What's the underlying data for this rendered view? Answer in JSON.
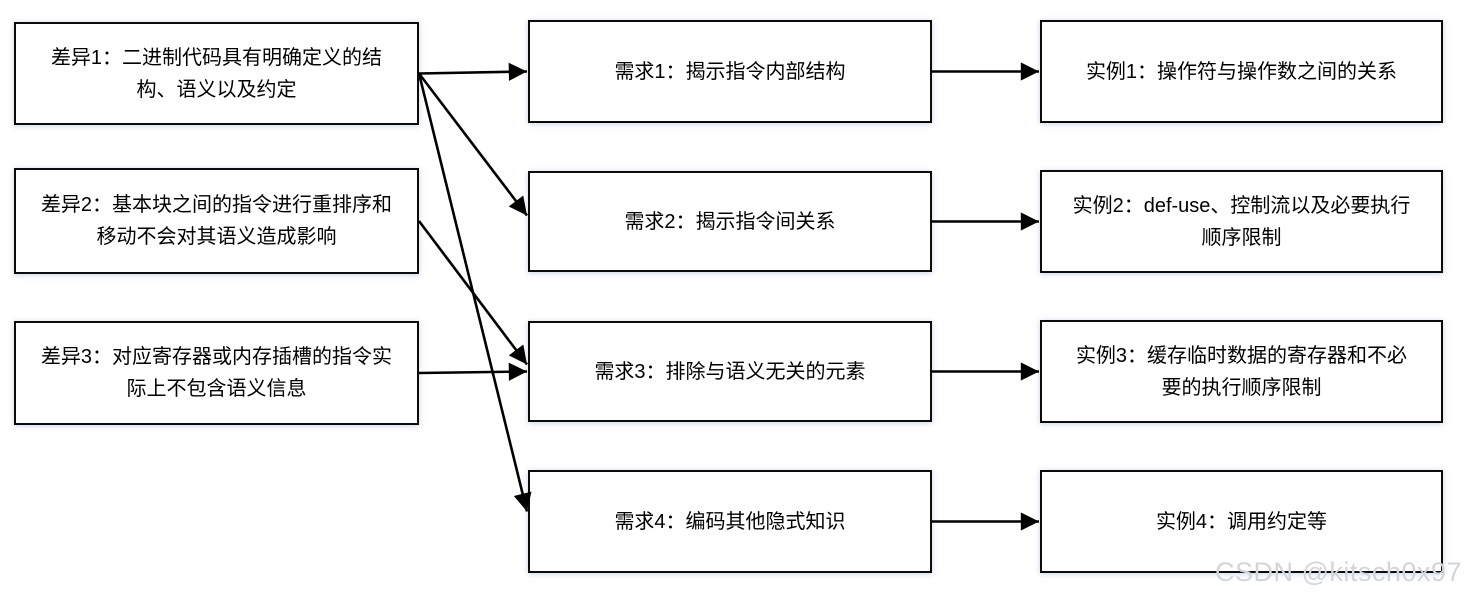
{
  "diagram": {
    "columns": {
      "differences": [
        {
          "id": "diff1",
          "label": "差异1：二进制代码具有明确定义的结构、语义以及约定"
        },
        {
          "id": "diff2",
          "label": "差异2：基本块之间的指令进行重排序和移动不会对其语义造成影响"
        },
        {
          "id": "diff3",
          "label": "差异3：对应寄存器或内存插槽的指令实际上不包含语义信息"
        }
      ],
      "requirements": [
        {
          "id": "req1",
          "label": "需求1：揭示指令内部结构"
        },
        {
          "id": "req2",
          "label": "需求2：揭示指令间关系"
        },
        {
          "id": "req3",
          "label": "需求3：排除与语义无关的元素"
        },
        {
          "id": "req4",
          "label": "需求4：编码其他隐式知识"
        }
      ],
      "examples": [
        {
          "id": "ex1",
          "label": "实例1：操作符与操作数之间的关系"
        },
        {
          "id": "ex2",
          "label": "实例2：def-use、控制流以及必要执行顺序限制"
        },
        {
          "id": "ex3",
          "label": "实例3：缓存临时数据的寄存器和不必要的执行顺序限制"
        },
        {
          "id": "ex4",
          "label": "实例4：调用约定等"
        }
      ]
    },
    "edges": [
      {
        "from": "diff1",
        "to": "req1"
      },
      {
        "from": "diff1",
        "to": "req2"
      },
      {
        "from": "diff1",
        "to": "req4"
      },
      {
        "from": "diff2",
        "to": "req3"
      },
      {
        "from": "diff3",
        "to": "req3"
      },
      {
        "from": "req1",
        "to": "ex1"
      },
      {
        "from": "req2",
        "to": "ex2"
      },
      {
        "from": "req3",
        "to": "ex3"
      },
      {
        "from": "req4",
        "to": "ex4"
      }
    ],
    "colors": {
      "background": "#ffffff",
      "box_fill": "#ffffff",
      "box_border": "#0b0b0b",
      "arrow": "#000000",
      "watermark": "#d2d5da"
    },
    "watermark": "CSDN @kitsch0x97"
  }
}
